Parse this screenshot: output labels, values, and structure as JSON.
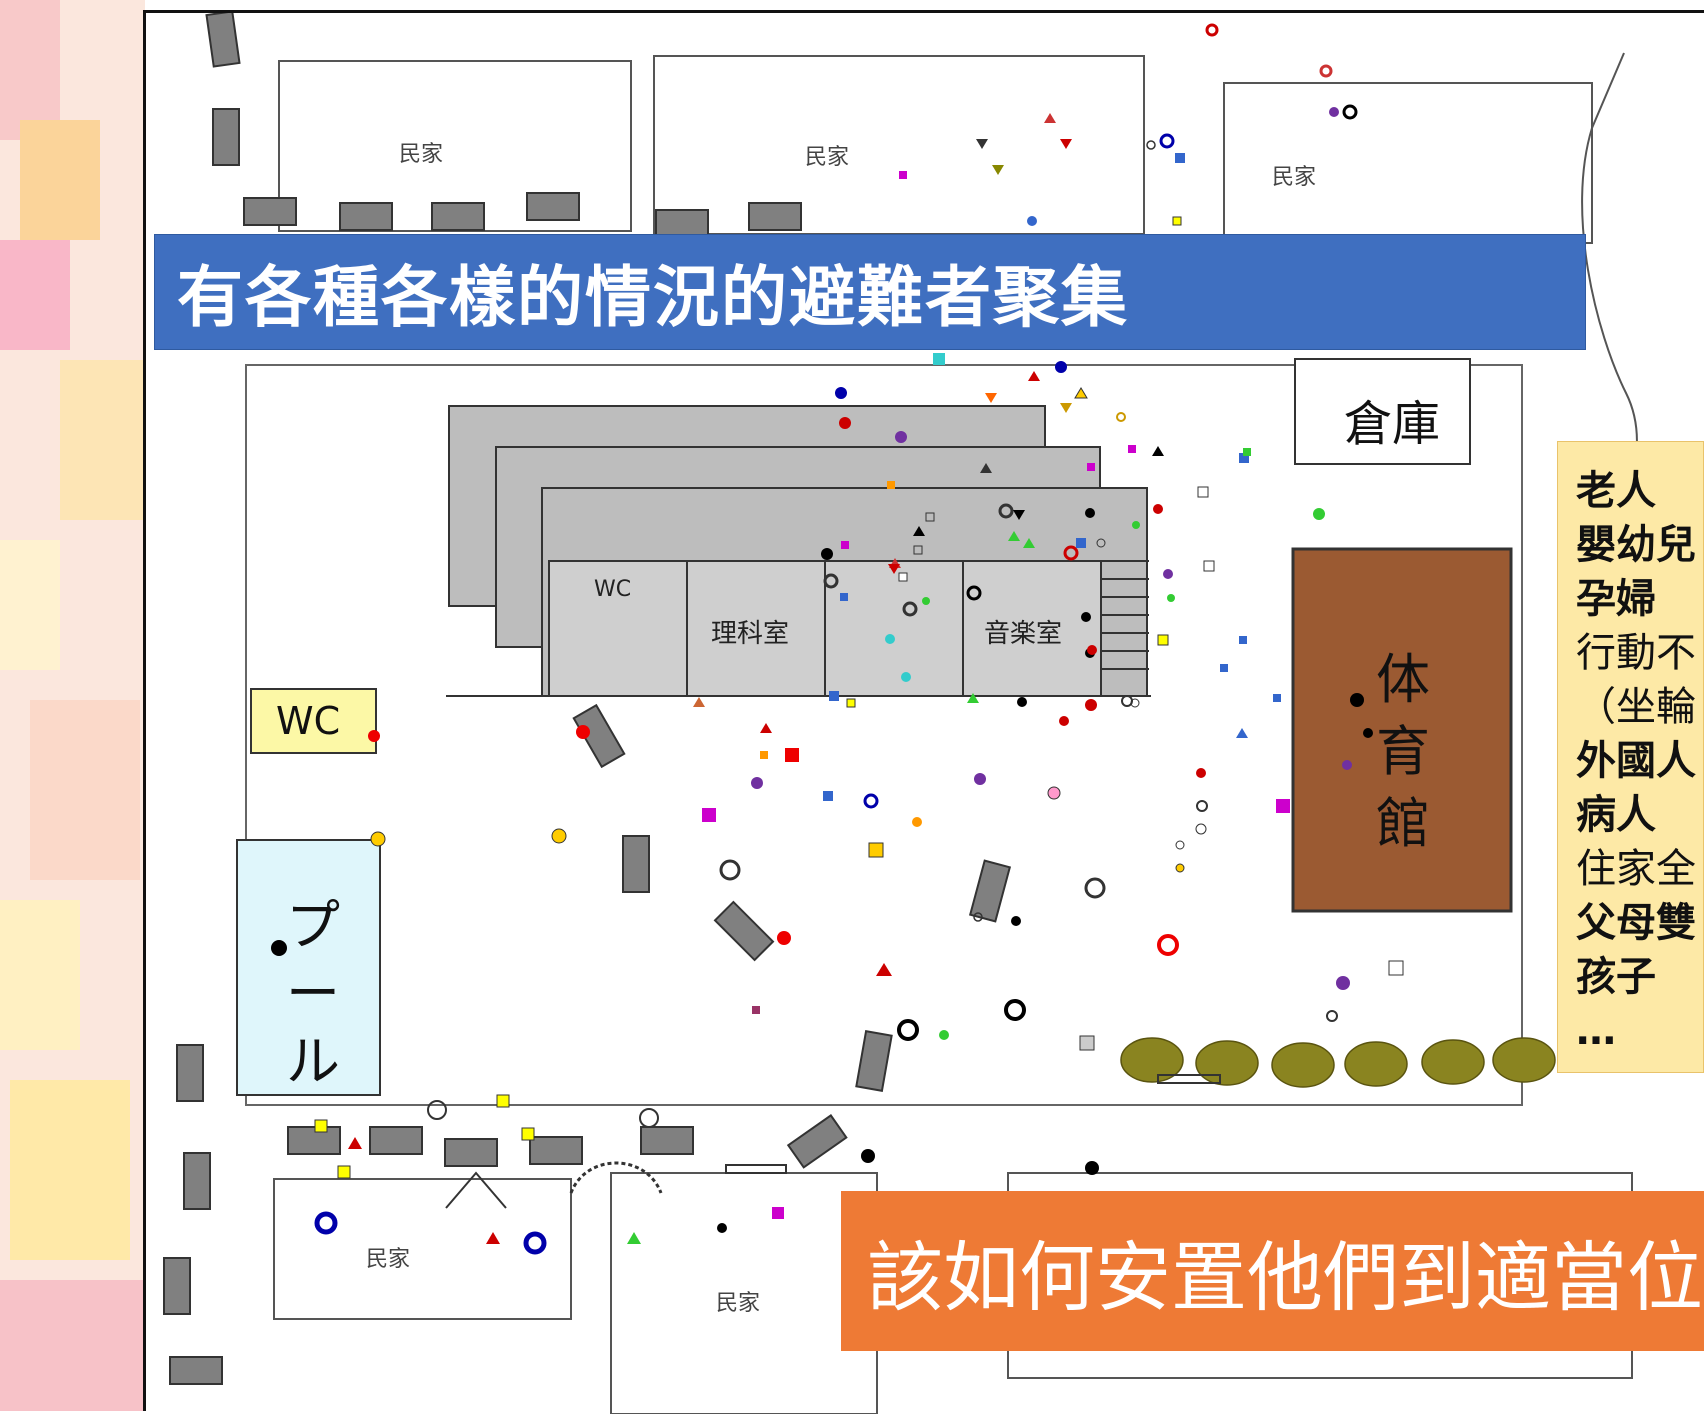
{
  "title": "有各種各樣的情況的避難者聚集",
  "question": "該如何安置他們到適當位",
  "map": {
    "houses": [
      "民家",
      "民家",
      "民家",
      "民家",
      "民家"
    ],
    "rooms": [
      "WC",
      "理科室",
      "音楽室"
    ],
    "outdoor_wc": "WC",
    "warehouse": "倉庫",
    "gym": [
      "体",
      "育",
      "館"
    ],
    "pool": [
      "プ",
      "ー",
      "ル"
    ]
  },
  "people_list": [
    {
      "text": "老人",
      "bold": true
    },
    {
      "text": "嬰幼兒",
      "bold": true
    },
    {
      "text": "孕婦",
      "bold": true
    },
    {
      "text": "行動不",
      "bold": false
    },
    {
      "text": "（坐輪",
      "bold": false
    },
    {
      "text": "外國人",
      "bold": true
    },
    {
      "text": "病人",
      "bold": true
    },
    {
      "text": "住家全",
      "bold": false
    },
    {
      "text": "父母雙",
      "bold": true
    },
    {
      "text": "孩子",
      "bold": true
    },
    {
      "text": "…",
      "bold": true
    }
  ],
  "colors": {
    "title_banner": "#3f6fc0",
    "question_banner": "#ee7a35",
    "people_panel": "#fde9a6",
    "gym": "#9b5a32",
    "pool": "#dff6fb",
    "wc": "#fcf8a6",
    "trees": "#8a8420",
    "buildings": "#bdbdbd",
    "cars": "#808080"
  }
}
